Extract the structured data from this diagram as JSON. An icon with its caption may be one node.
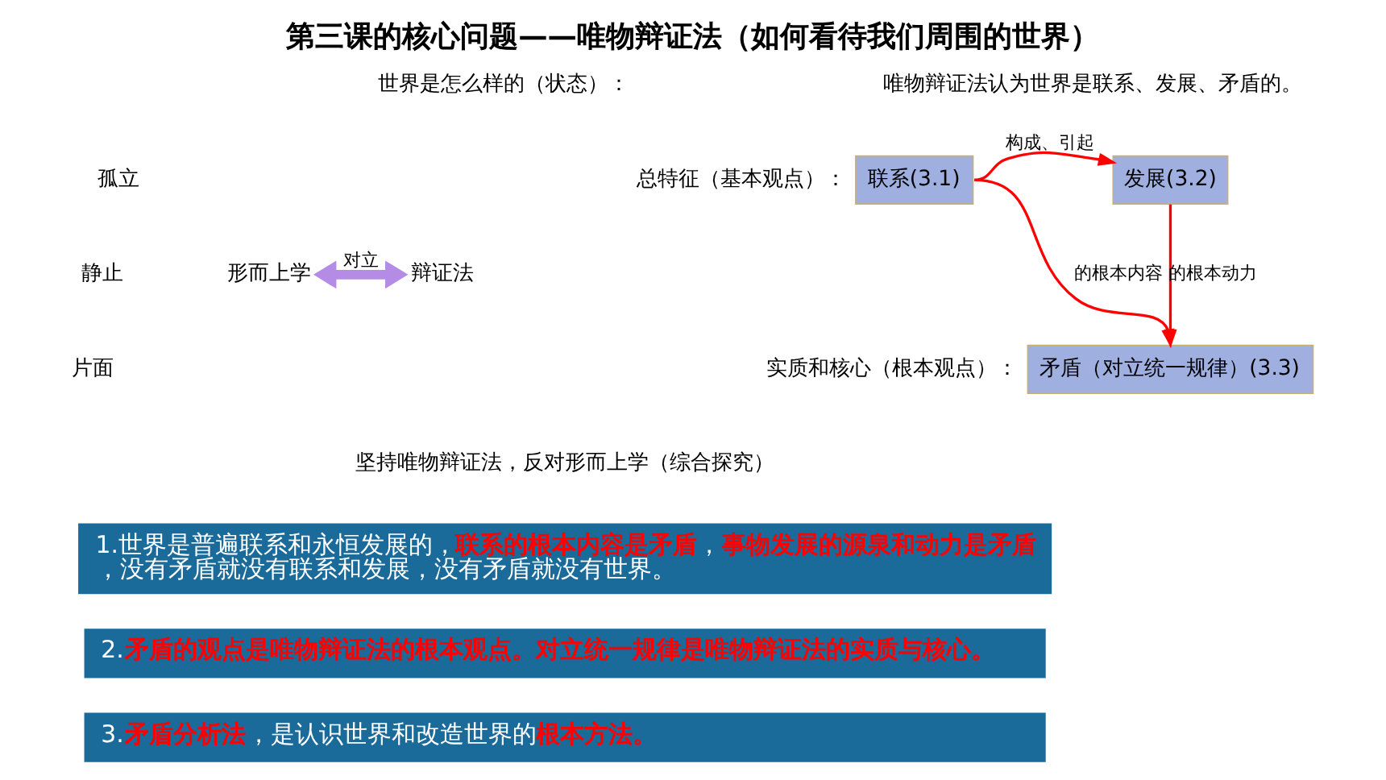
{
  "diagram": {
    "title": "第三课的核心问题——唯物辩证法（如何看待我们周围的世界）",
    "nodes": [
      {
        "text": [
          "联系(3.1)"
        ],
        "beside": [
          "总特征（基本观点）："
        ]
      },
      {
        "text": [
          "发展(3.2)"
        ]
      },
      {
        "text": [
          "矛盾（对立统一规律）(3.3)"
        ],
        "beside": [
          "实质和核心（根本观点）："
        ]
      },
      {
        "text": [
          "形而上学"
        ]
      },
      {
        "text": [
          "辩证法"
        ]
      }
    ],
    "edges": [
      {
        "from": 0,
        "to": 1,
        "arrow": "to",
        "label": "构成、引起"
      },
      {
        "from": 0,
        "to": 2,
        "arrow": "to",
        "label": "的根本内容"
      },
      {
        "from": 1,
        "to": 2,
        "arrow": "to",
        "label": "的根本动力"
      },
      {
        "from": 3,
        "to": 4,
        "arrow": "both",
        "label": "对立",
        "style": "thick",
        "color": "#b48ce6"
      }
    ],
    "labels": [
      "世界是怎么样的（状态）：",
      "唯物辩证法认为世界是联系、发展、矛盾的。",
      "孤立",
      "静止",
      "片面",
      "坚持唯物辩证法，反对形而上学（综合探究）",
      "1.世界是普遍联系和永恒发展的，**联系的根本内容是矛盾**，**事物发展的源泉和动力是矛盾**，没有矛盾就没有联系和发展，没有矛盾就没有世界。",
      "2.**矛盾的观点是唯物辩证法的根本观点。对立统一规律是唯物辩证法的实质与核心。**",
      "3.**矛盾分析法**，是认识世界和改造世界的**根本方法。**"
    ]
  }
}
